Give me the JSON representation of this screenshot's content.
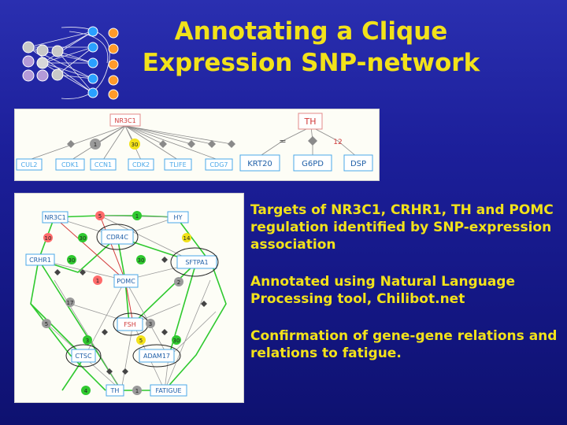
{
  "slide": {
    "title_line1": "Annotating a Clique",
    "title_line2": "Expression SNP-network",
    "accent_color": "#f2e21a",
    "background_color": "#1c1f9a"
  },
  "top_network": {
    "left": {
      "hub": "NR3C1",
      "edge_labels": [
        "1",
        "30"
      ],
      "targets": [
        "CUL2",
        "CDK1",
        "CCN1",
        "CDK2",
        "TLIFE",
        "CDG7"
      ]
    },
    "right": {
      "hub": "TH",
      "edge_labels": [
        "=",
        "12"
      ],
      "targets": [
        "KRT20",
        "G6PD",
        "DSP"
      ]
    }
  },
  "network": {
    "nodes": {
      "nr3c1": "NR3C1",
      "hy": "HY",
      "cdr4c": "CDR4C",
      "sftpa1": "SFTPA1",
      "crhr1": "CRHR1",
      "pomc": "POMC",
      "fsh": "FSH",
      "ctsc": "CTSC",
      "adam17": "ADAM17",
      "th": "TH",
      "fatigue": "FATIGUE"
    },
    "edge_labels": [
      "5",
      "1",
      "10",
      "30",
      "14",
      "30",
      "30",
      "1",
      "2",
      "17",
      "5",
      "3",
      "3",
      "5",
      "30",
      "1",
      "4"
    ]
  },
  "bullets": [
    "Targets of NR3C1, CRHR1, TH and POMC regulation identified by SNP-expression association",
    "Annotated using Natural Language Processing tool, Chilibot.net",
    "Confirmation of gene-gene relations and relations to fatigue."
  ]
}
